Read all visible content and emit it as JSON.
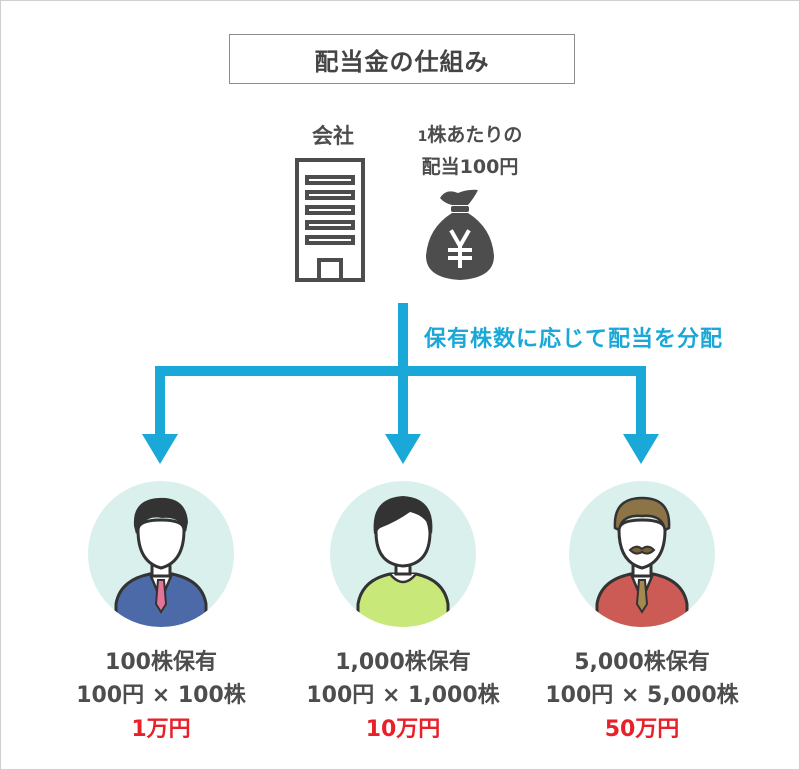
{
  "title": "配当金の仕組み",
  "company": {
    "label": "会社",
    "icon": "building-icon"
  },
  "dividend": {
    "prefix": "1",
    "line1": "株あたりの",
    "line2": "配当100円",
    "icon": "money-bag-yen-icon"
  },
  "distribution_label": "保有株数に応じて配当を分配",
  "colors": {
    "arrow": "#1aa8d8",
    "result": "#e8202a",
    "icon_dark": "#4d4d4d",
    "circle": "#d9f0ec"
  },
  "holders": [
    {
      "shares": "100株保有",
      "formula": "100円 × 100株",
      "result": "1万円"
    },
    {
      "shares": "1,000株保有",
      "formula": "100円 × 1,000株",
      "result": "10万円"
    },
    {
      "shares": "5,000株保有",
      "formula": "100円 × 5,000株",
      "result": "50万円"
    }
  ]
}
